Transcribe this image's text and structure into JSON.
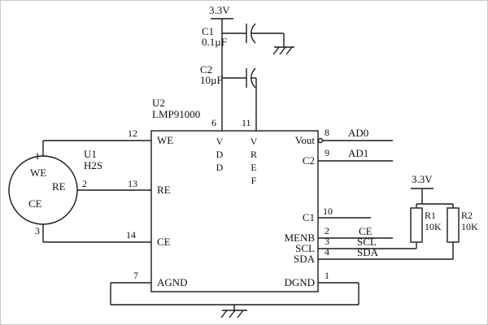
{
  "schematic": {
    "power_top": "3.3V",
    "power_right": "3.3V",
    "c1": {
      "ref": "C1",
      "value": "0.1µF"
    },
    "c2": {
      "ref": "C2",
      "value": "10µF"
    },
    "r1": {
      "ref": "R1",
      "value": "10K"
    },
    "r2": {
      "ref": "R2",
      "value": "10K"
    },
    "u1": {
      "ref": "U1",
      "part": "H2S",
      "we": "WE",
      "re": "RE",
      "ce": "CE",
      "pin_we": "1",
      "pin_re": "2",
      "pin_ce": "3"
    },
    "u2": {
      "ref": "U2",
      "part": "LMP91000",
      "pins": {
        "we": {
          "num": "12",
          "label": "WE"
        },
        "re": {
          "num": "13",
          "label": "RE"
        },
        "ce": {
          "num": "14",
          "label": "CE"
        },
        "agnd": {
          "num": "7",
          "label": "AGND"
        },
        "vdd": {
          "num": "6",
          "label": "VDD"
        },
        "vref": {
          "num": "11",
          "label": "VREF"
        },
        "vout": {
          "num": "8",
          "label": "Vout"
        },
        "c2": {
          "num": "9",
          "label": "C2"
        },
        "c1": {
          "num": "10",
          "label": "C1"
        },
        "menb": {
          "num": "2",
          "label": "MENB"
        },
        "scl": {
          "num": "3",
          "label": "SCL"
        },
        "sda": {
          "num": "4",
          "label": "SDA"
        },
        "dgnd": {
          "num": "1",
          "label": "DGND"
        }
      }
    },
    "nets": {
      "ad0": "AD0",
      "ad1": "AD1",
      "ce": "CE",
      "scl": "SCL",
      "sda": "SDA"
    },
    "line_color": "#1a1a1a",
    "background": "#ffffff"
  }
}
